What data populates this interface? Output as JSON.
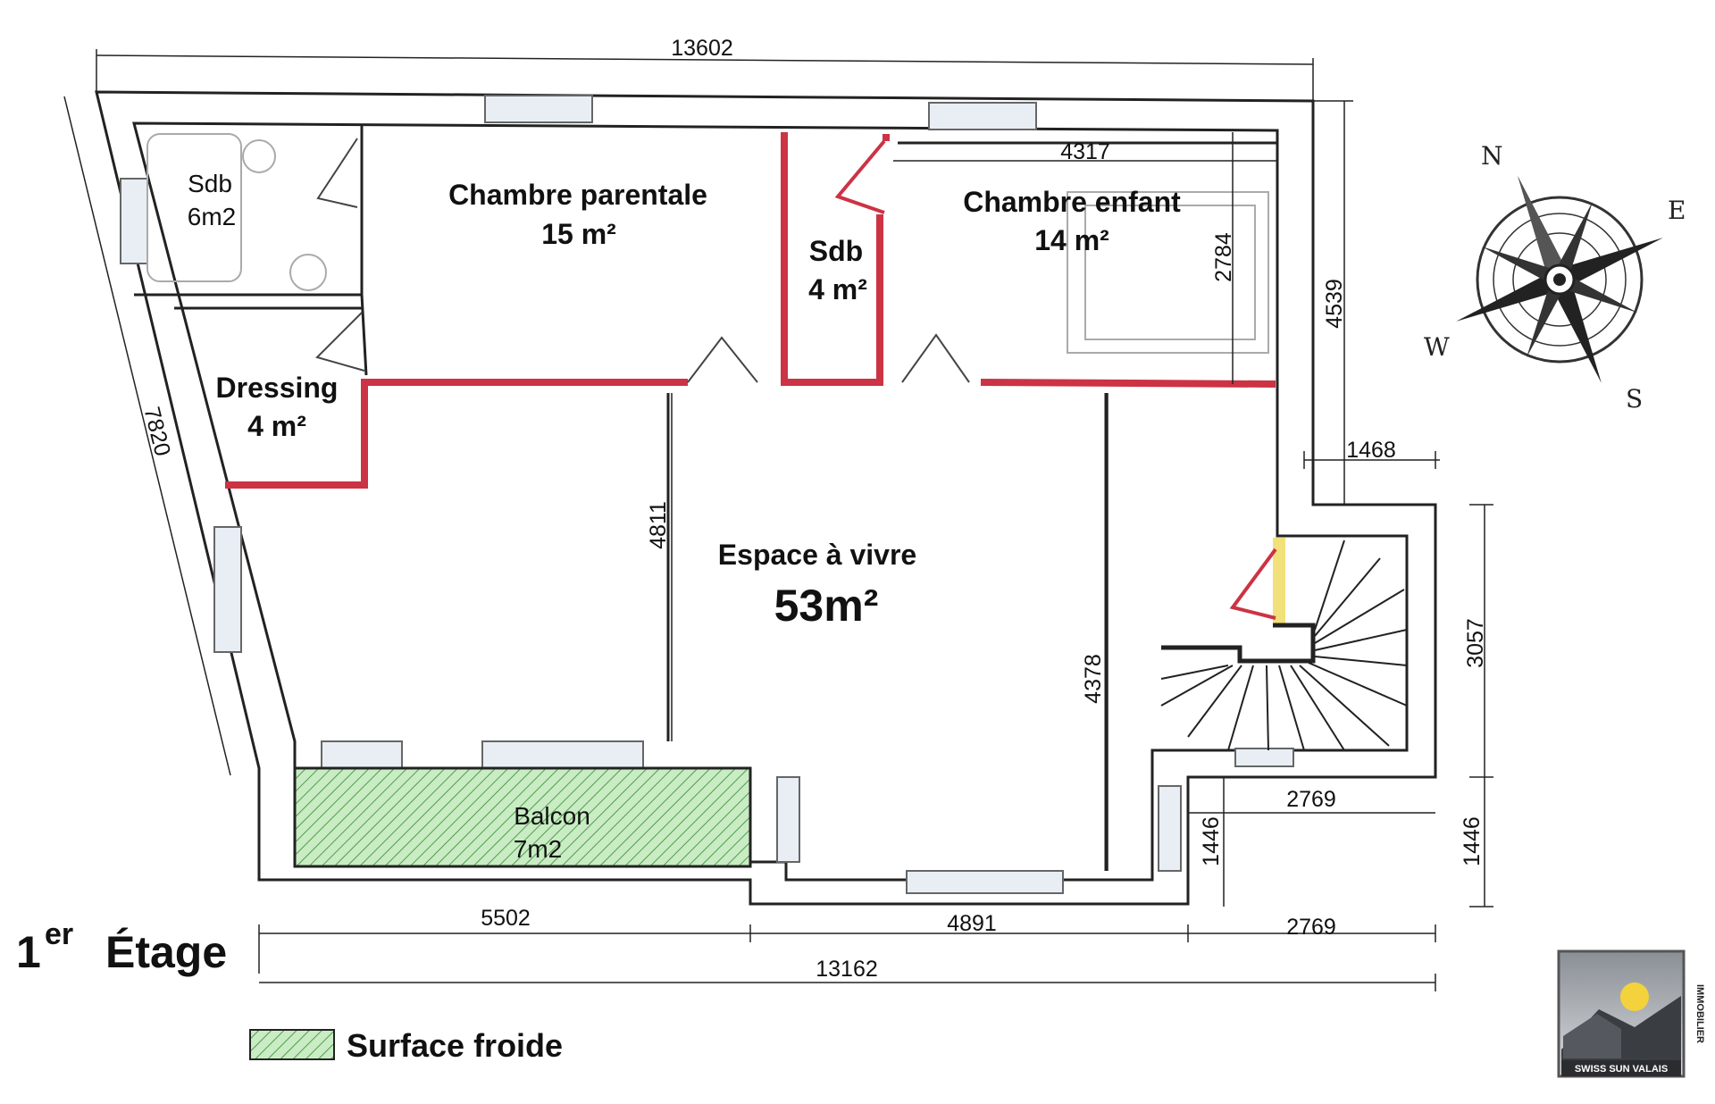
{
  "floor_label": {
    "main": "1",
    "sup": "er",
    "word": "Étage"
  },
  "rooms": {
    "sdb1": {
      "name": "Sdb",
      "area": "6m2"
    },
    "parentale": {
      "name": "Chambre parentale",
      "area": "15 m²"
    },
    "sdb2": {
      "name": "Sdb",
      "area": "4 m²"
    },
    "enfant": {
      "name": "Chambre enfant",
      "area": "14 m²"
    },
    "dressing": {
      "name": "Dressing",
      "area": "4 m²"
    },
    "vivre": {
      "name": "Espace à vivre",
      "area": "53m²"
    },
    "balcon": {
      "name": "Balcon",
      "area": "7m2"
    }
  },
  "dimensions": {
    "top_width": "13602",
    "enfant_width": "4317",
    "enfant_depth": "2784",
    "right_depth": "4539",
    "stair_offset": "1468",
    "stair_height": "3057",
    "left_side": "7820",
    "vivre_left": "4811",
    "vivre_right": "4378",
    "stair_bottom": "2769",
    "notch_depth": "1446",
    "notch_depth_right": "1446",
    "bottom_left": "5502",
    "bottom_mid": "4891",
    "bottom_right": "2769",
    "bottom_total": "13162"
  },
  "compass": {
    "n": "N",
    "e": "E",
    "s": "S",
    "w": "W"
  },
  "legend": {
    "label": "Surface froide"
  },
  "logo": {
    "name": "SWISS SUN VALAIS",
    "side": "IMMOBILIER"
  },
  "colors": {
    "wall": "#222222",
    "partition": "#cc3344",
    "cold_surface": "#c9ecc4",
    "cold_hatch": "#4f9d4a",
    "stair_door": "#f2e07a"
  }
}
